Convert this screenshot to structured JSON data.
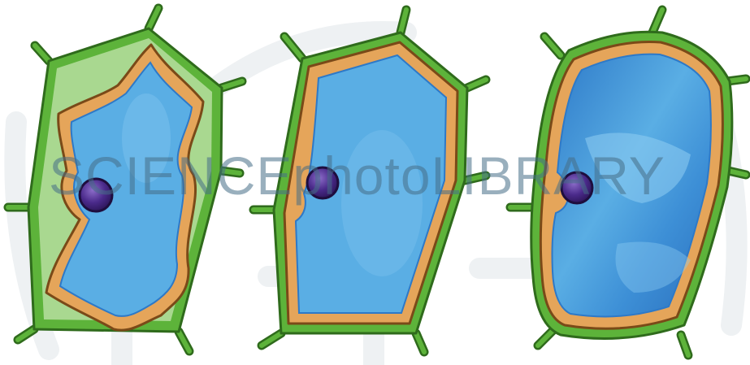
{
  "watermark": {
    "text": "SCIENCEphotoLIBRARY"
  },
  "colors": {
    "background": "#ffffff",
    "cell_wall": "#5db33a",
    "cell_wall_outline": "#2f6b1c",
    "plasmolyzed_gap": "#a9d890",
    "cytoplasm": "#e5a55a",
    "cytoplasm_outline": "#7a4a18",
    "vacuole": "#5aaee4",
    "vacuole_dark": "#2d79c8",
    "nucleus": "#4a2a8a",
    "nucleus_highlight": "#8b6cc9",
    "watermark_shapes": "#eef1f3"
  },
  "cells": [
    {
      "state": "plasmolysed"
    },
    {
      "state": "flaccid"
    },
    {
      "state": "turgid"
    }
  ]
}
